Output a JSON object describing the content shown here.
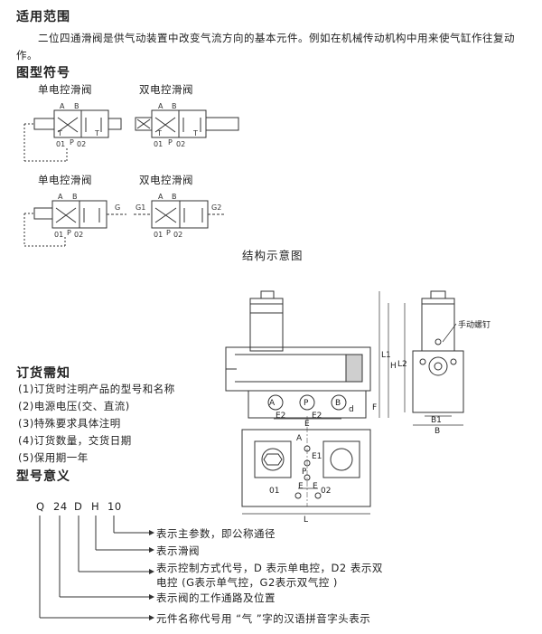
{
  "section1": {
    "title": "适用范围",
    "para_line1": "二位四通滑阀是供气动装置中改变气流方向的基本元件。例如在机械传动机构中用来使气缸作往复动",
    "para_line2": "作。"
  },
  "section2": {
    "title": "图型符号",
    "sym1_title": "单电控滑阀",
    "sym2_title": "双电控滑阀",
    "sym3_title": "单电控滑阀",
    "sym4_title": "双电控滑阀",
    "port_A": "A",
    "port_B": "B",
    "port_P": "P",
    "port_01": "01",
    "port_02": "02",
    "port_T": "T",
    "port_G": "G",
    "port_G1": "G1",
    "port_G2": "G2"
  },
  "structure_title": "结构示意图",
  "drawing_labels": {
    "manual_screw": "手动螺钉",
    "L1": "L1",
    "L2": "L2",
    "L": "L",
    "H": "H",
    "F": "F",
    "d": "d",
    "E": "E",
    "E1": "E1",
    "E2": "E2",
    "B": "B",
    "B1": "B1",
    "A": "A",
    "P": "P",
    "B_port": "B",
    "o1": "01",
    "o2": "02"
  },
  "order": {
    "title": "订货需知",
    "items": [
      "(1)订货时注明产品的型号和名称",
      "(2)电源电压(交、直流)",
      "(3)特殊要求具体注明",
      "(4)订货数量，交货日期",
      "(5)保用期一年"
    ]
  },
  "model": {
    "title": "型号意义",
    "code_Q": "Q",
    "code_24": "24",
    "code_D": "D",
    "code_H": "H",
    "code_10": "10",
    "desc": [
      "表示主参数，即公称通径",
      "表示滑阀",
      "表示控制方式代号，D 表示单电控，D2 表示双",
      "电控 (G表示单气控，G2表示双气控 )",
      "表示阀的工作通路及位置",
      "元件名称代号用 “气 ”字的汉语拼音字头表示"
    ]
  }
}
